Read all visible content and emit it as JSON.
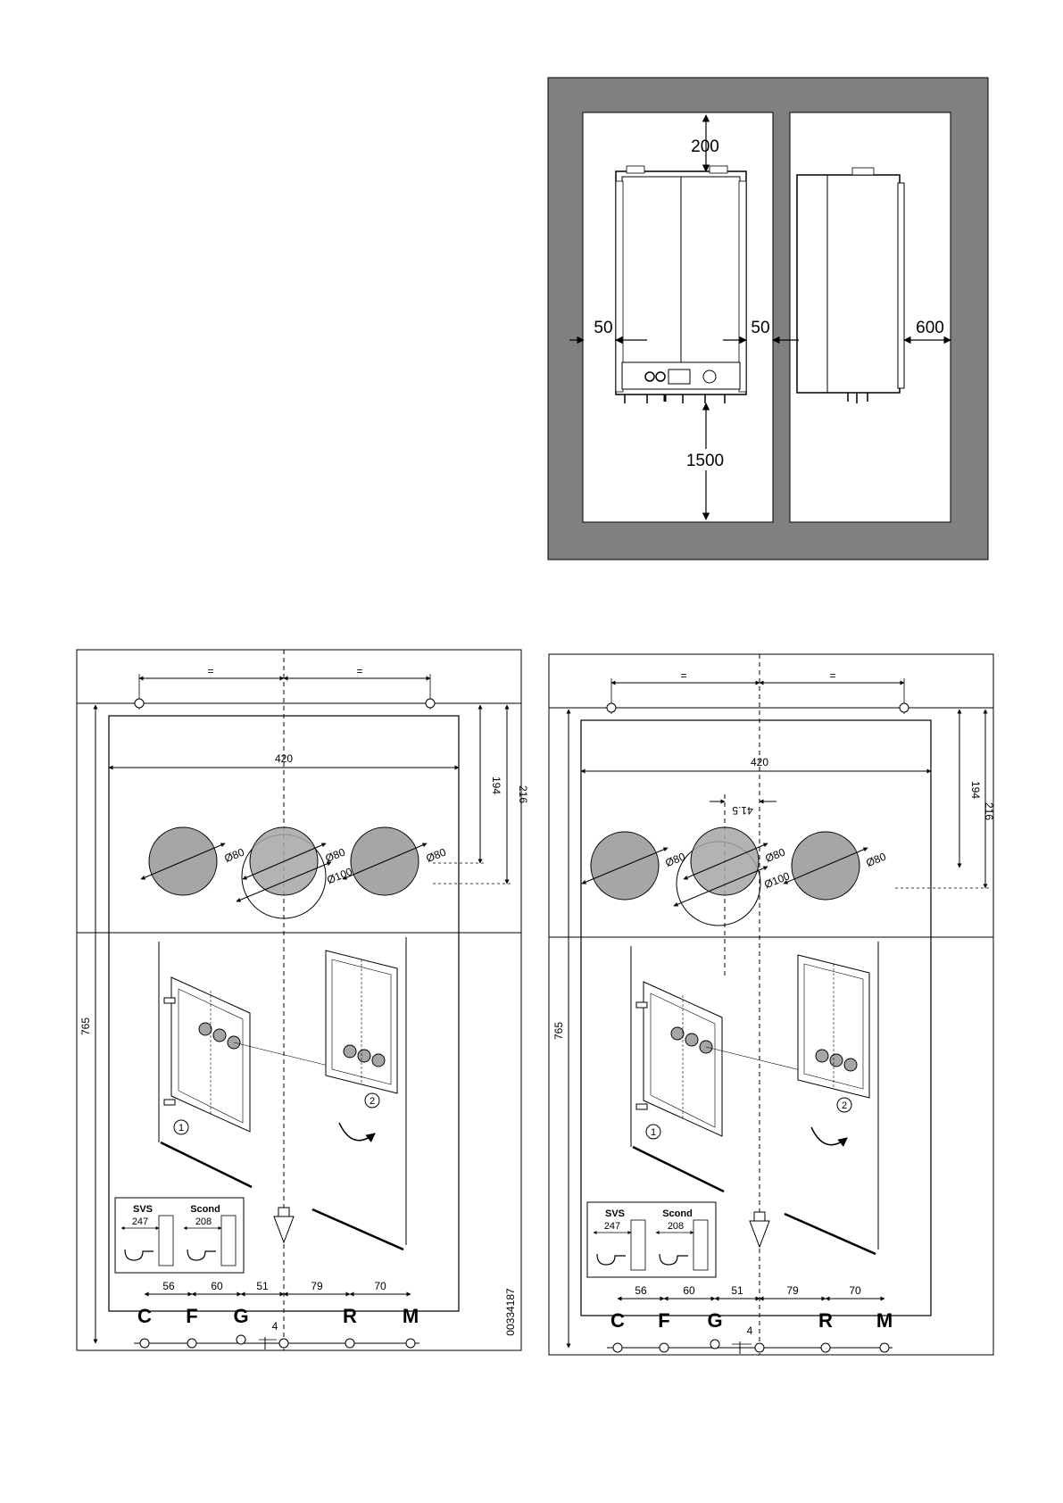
{
  "clearance": {
    "top": "200",
    "left": "50",
    "right": "50",
    "front": "600",
    "bottom": "1500"
  },
  "templates": [
    {
      "equal_left": "=",
      "equal_right": "=",
      "width": "420",
      "height_a": "194",
      "height_b": "216",
      "total_height": "765",
      "offset": "",
      "diam_left": "Ø80",
      "diam_center": "Ø80",
      "diam_center_outer": "Ø100",
      "diam_right": "Ø80",
      "step_1": "1",
      "step_2": "2",
      "svs_label": "SVS",
      "svs_value": "247",
      "scond_label": "Scond",
      "scond_value": "208",
      "spacings": [
        "56",
        "60",
        "51",
        "79",
        "70"
      ],
      "connections": [
        "C",
        "F",
        "G",
        "R",
        "M"
      ],
      "drop": "4",
      "code": "00334187"
    },
    {
      "equal_left": "=",
      "equal_right": "=",
      "width": "420",
      "height_a": "194",
      "height_b": "216",
      "total_height": "765",
      "offset": "41.5",
      "diam_left": "Ø80",
      "diam_center": "Ø80",
      "diam_center_outer": "Ø100",
      "diam_right": "Ø80",
      "step_1": "1",
      "step_2": "2",
      "svs_label": "SVS",
      "svs_value": "247",
      "scond_label": "Scond",
      "scond_value": "208",
      "spacings": [
        "56",
        "60",
        "51",
        "79",
        "70"
      ],
      "connections": [
        "C",
        "F",
        "G",
        "R",
        "M"
      ],
      "drop": "4",
      "code": ""
    }
  ],
  "colors": {
    "wall_gray": "#808080",
    "hole_gray": "#a6a6a6",
    "line": "#000000"
  }
}
